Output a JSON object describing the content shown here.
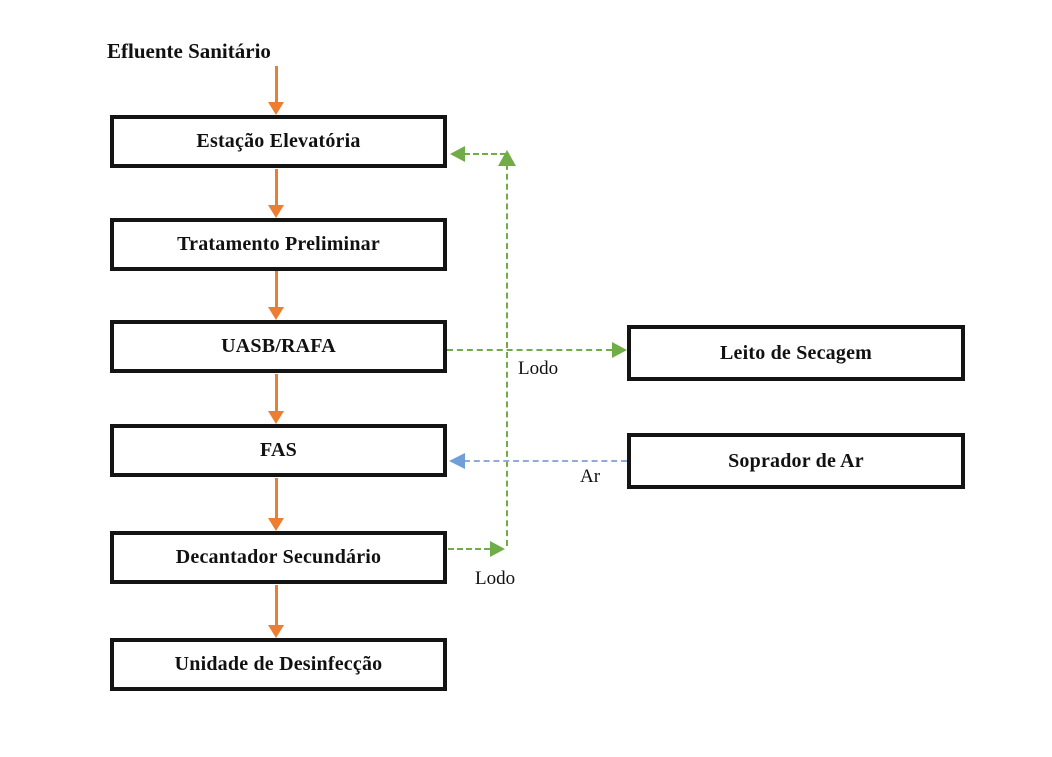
{
  "diagram": {
    "source_label": "Efluente Sanitário",
    "main_flow": [
      "Estação Elevatória",
      "Tratamento Preliminar",
      "UASB/RAFA",
      "FAS",
      "Decantador Secundário",
      "Unidade de Desinfecção"
    ],
    "side_boxes": [
      "Leito de Secagem",
      "Soprador de Ar"
    ],
    "edge_labels": {
      "lodo_uasb": "Lodo",
      "lodo_decantador": "Lodo",
      "ar": "Ar"
    },
    "colors": {
      "flow_arrow": "#ED7D31",
      "sludge_line": "#70AD47",
      "air_line": "#8FAADC",
      "air_arrowhead": "#6F9FD8",
      "box_border": "#141414",
      "text": "#111111",
      "background": "#FFFFFF"
    }
  }
}
